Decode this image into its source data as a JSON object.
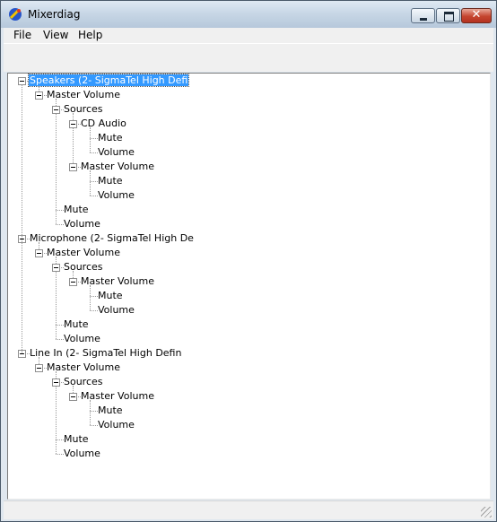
{
  "window": {
    "title": "Mixerdiag",
    "close_glyph": "✕"
  },
  "menu": [
    "File",
    "View",
    "Help"
  ],
  "tree": [
    {
      "label": "Speakers (2- SigmaTel High Defi",
      "level": 0,
      "row": 0,
      "selected": true
    },
    {
      "label": "Master Volume",
      "level": 1,
      "row": 1
    },
    {
      "label": "Sources",
      "level": 2,
      "row": 2
    },
    {
      "label": "CD Audio",
      "level": 3,
      "row": 3
    },
    {
      "label": "Mute",
      "level": 4,
      "row": 4
    },
    {
      "label": "Volume",
      "level": 4,
      "row": 5
    },
    {
      "label": "Master Volume",
      "level": 3,
      "row": 6
    },
    {
      "label": "Mute",
      "level": 4,
      "row": 7
    },
    {
      "label": "Volume",
      "level": 4,
      "row": 8
    },
    {
      "label": "Mute",
      "level": 2,
      "row": 9
    },
    {
      "label": "Volume",
      "level": 2,
      "row": 10
    },
    {
      "label": "Microphone (2- SigmaTel High De",
      "level": 0,
      "row": 11
    },
    {
      "label": "Master Volume",
      "level": 1,
      "row": 12
    },
    {
      "label": "Sources",
      "level": 2,
      "row": 13
    },
    {
      "label": "Master Volume",
      "level": 3,
      "row": 14
    },
    {
      "label": "Mute",
      "level": 4,
      "row": 15
    },
    {
      "label": "Volume",
      "level": 4,
      "row": 16
    },
    {
      "label": "Mute",
      "level": 2,
      "row": 17
    },
    {
      "label": "Volume",
      "level": 2,
      "row": 18
    },
    {
      "label": "Line In (2- SigmaTel High Defin",
      "level": 0,
      "row": 19
    },
    {
      "label": "Master Volume",
      "level": 1,
      "row": 20
    },
    {
      "label": "Sources",
      "level": 2,
      "row": 21
    },
    {
      "label": "Master Volume",
      "level": 3,
      "row": 22
    },
    {
      "label": "Mute",
      "level": 4,
      "row": 23
    },
    {
      "label": "Volume",
      "level": 4,
      "row": 24
    },
    {
      "label": "Mute",
      "level": 2,
      "row": 25
    },
    {
      "label": "Volume",
      "level": 2,
      "row": 26
    }
  ],
  "icons": {
    "app": "mixer-app-icon",
    "minimize": "minimize-icon",
    "maximize": "maximize-icon",
    "close": "close-icon",
    "expander": "collapse-box-icon",
    "size_grip": "resize-grip-icon"
  }
}
